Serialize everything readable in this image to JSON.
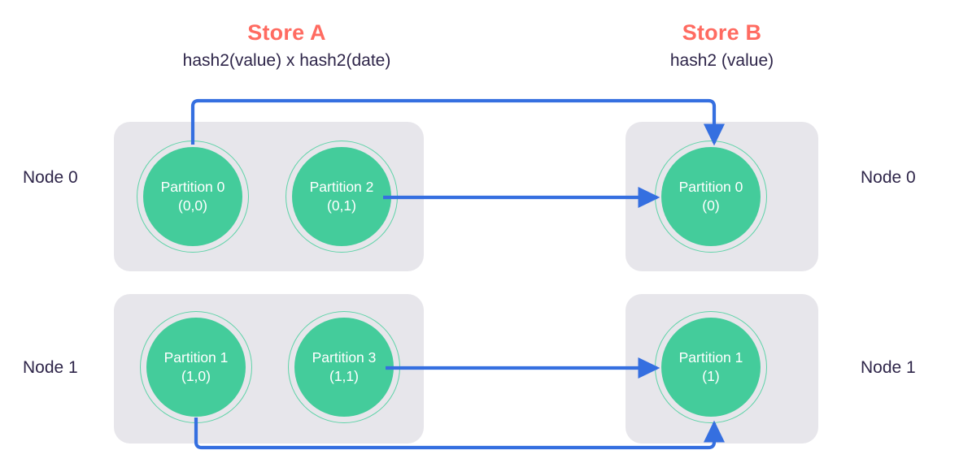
{
  "stores": {
    "a": {
      "title": "Store A",
      "subtitle": "hash2(value) x hash2(date)"
    },
    "b": {
      "title": "Store B",
      "subtitle": "hash2 (value)"
    }
  },
  "node_labels": {
    "left": [
      "Node 0",
      "Node 1"
    ],
    "right": [
      "Node 0",
      "Node 1"
    ]
  },
  "partitions": {
    "store_a": [
      {
        "id": "a0",
        "name": "Partition 0",
        "key": "(0,0)",
        "node": "Node 0"
      },
      {
        "id": "a2",
        "name": "Partition 2",
        "key": "(0,1)",
        "node": "Node 0"
      },
      {
        "id": "a1",
        "name": "Partition 1",
        "key": "(1,0)",
        "node": "Node 1"
      },
      {
        "id": "a3",
        "name": "Partition 3",
        "key": "(1,1)",
        "node": "Node 1"
      }
    ],
    "store_b": [
      {
        "id": "b0",
        "name": "Partition 0",
        "key": "(0)",
        "node": "Node 0"
      },
      {
        "id": "b1",
        "name": "Partition 1",
        "key": "(1)",
        "node": "Node 1"
      }
    ]
  },
  "arrows": [
    {
      "name": "partition-0-to-store-b-partition-0",
      "from": "a0",
      "to": "b0",
      "route": "top-detour"
    },
    {
      "name": "partition-2-to-store-b-partition-0",
      "from": "a2",
      "to": "b0",
      "route": "straight"
    },
    {
      "name": "partition-3-to-store-b-partition-1",
      "from": "a3",
      "to": "b1",
      "route": "straight"
    },
    {
      "name": "partition-1-to-store-b-partition-1",
      "from": "a1",
      "to": "b1",
      "route": "bottom-detour"
    }
  ],
  "colors": {
    "accent_title": "#FF6B61",
    "text": "#2E2549",
    "partition_fill": "#44CC9B",
    "partition_ring": "#5FD3A8",
    "group_bg": "#E7E6EB",
    "arrow": "#356FE0",
    "background": "#FFFFFF"
  }
}
